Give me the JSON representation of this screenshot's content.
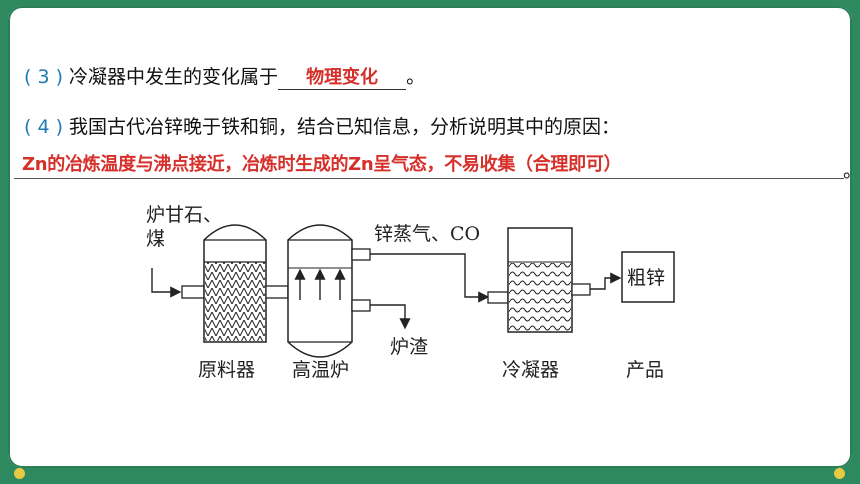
{
  "q3": {
    "num": "( 3 )",
    "text": "冷凝器中发生的变化属于",
    "answer": "物理变化",
    "end": "。"
  },
  "q4": {
    "num": "( 4 )",
    "text": "我国古代冶锌晚于铁和铜，结合已知信息，分析说明其中的原因：",
    "answer": "Zn的冶炼温度与沸点接近，冶炼时生成的Zn呈气态，不易收集（合理即可）",
    "end": "。"
  },
  "diagram": {
    "input_label_1": "炉甘石、",
    "input_label_2": "煤",
    "vapor_label": "锌蒸气、CO",
    "slag_label": "炉渣",
    "product_box": "粗锌",
    "units": [
      "原料器",
      "高温炉",
      "冷凝器",
      "产品"
    ]
  }
}
